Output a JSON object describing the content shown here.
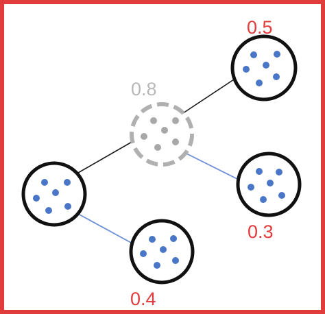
{
  "diagram": {
    "nodes": [
      {
        "id": "center",
        "label": "0.8",
        "style": "dashed"
      },
      {
        "id": "top-right",
        "label": "0.5",
        "style": "solid"
      },
      {
        "id": "mid-right",
        "label": "0.3",
        "style": "solid"
      },
      {
        "id": "left",
        "label": "",
        "style": "solid"
      },
      {
        "id": "bottom",
        "label": "0.4",
        "style": "solid"
      }
    ],
    "edges": [
      {
        "from": "center",
        "to": "top-right",
        "color": "#1a1a1a"
      },
      {
        "from": "center",
        "to": "left",
        "color": "#1a1a1a"
      },
      {
        "from": "center",
        "to": "mid-right",
        "color": "#6b8fd6"
      },
      {
        "from": "left",
        "to": "bottom",
        "color": "#6b8fd6"
      }
    ]
  },
  "colors": {
    "frame": "#e03c3c",
    "label_red": "#e03c3c",
    "label_gray": "#b8b8b8",
    "node_stroke": "#111111",
    "dashed_stroke": "#b0b0b0",
    "dot_blue": "#4a76c8",
    "dot_gray": "#a8a8a8"
  }
}
